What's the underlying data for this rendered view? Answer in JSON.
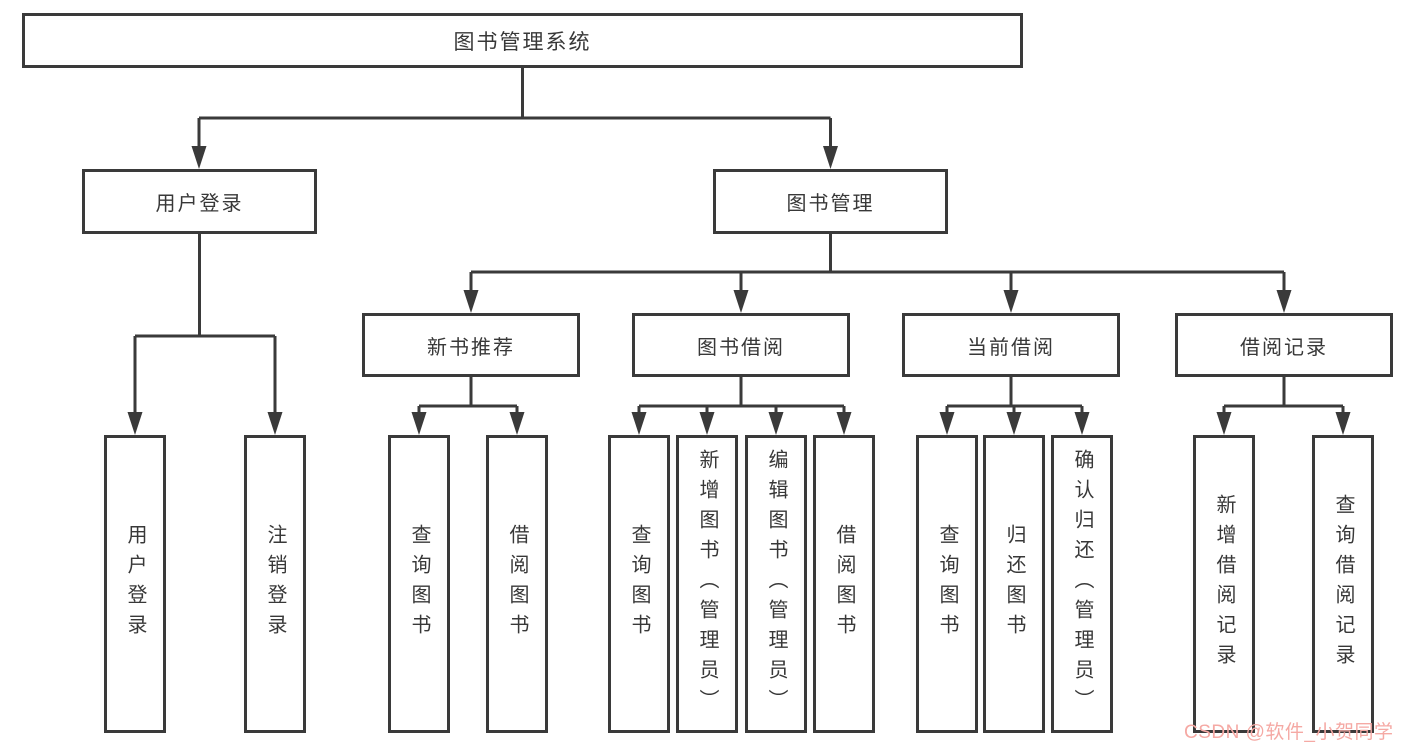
{
  "diagram": {
    "title": "图书管理系统",
    "tree": {
      "label": "图书管理系统",
      "children": [
        {
          "label": "用户登录",
          "children": [
            {
              "label": "用户登录"
            },
            {
              "label": "注销登录"
            }
          ]
        },
        {
          "label": "图书管理",
          "children": [
            {
              "label": "新书推荐",
              "children": [
                {
                  "label": "查询图书"
                },
                {
                  "label": "借阅图书"
                }
              ]
            },
            {
              "label": "图书借阅",
              "children": [
                {
                  "label": "查询图书"
                },
                {
                  "label": "新增图书（管理员）"
                },
                {
                  "label": "编辑图书（管理员）"
                },
                {
                  "label": "借阅图书"
                }
              ]
            },
            {
              "label": "当前借阅",
              "children": [
                {
                  "label": "查询图书"
                },
                {
                  "label": "归还图书"
                },
                {
                  "label": "确认归还（管理员）"
                }
              ]
            },
            {
              "label": "借阅记录",
              "children": [
                {
                  "label": "新增借阅记录"
                },
                {
                  "label": "查询借阅记录"
                }
              ]
            }
          ]
        }
      ]
    },
    "colors": {
      "line": "#3a3a3a",
      "box_border": "#3a3a3a",
      "box_fill": "#ffffff",
      "text": "#383838",
      "background": "#ffffff",
      "watermark": "#f5a9a4"
    }
  },
  "watermark": {
    "text": "CSDN @软件_小贺同学"
  }
}
